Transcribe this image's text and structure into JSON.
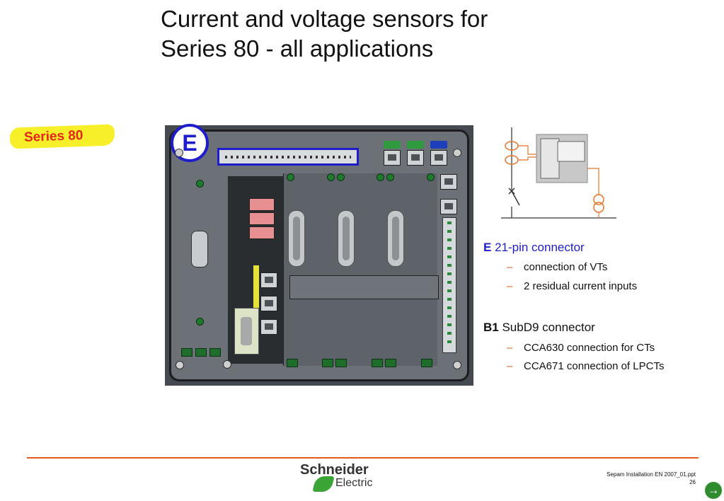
{
  "slide": {
    "title_line1": "Current and voltage sensors for",
    "title_line2": "Series 80 - all applications",
    "badge": "Series 80",
    "callout_letter": "E"
  },
  "descriptions": {
    "e": {
      "label": "E",
      "text": "21-pin connector",
      "items": [
        "connection of VTs",
        "2 residual current inputs"
      ]
    },
    "b1": {
      "label": "B1",
      "text": "SubD9 connector",
      "items": [
        "CCA630 connection for CTs",
        "CCA671 connection of LPCTs"
      ]
    },
    "dash": "–"
  },
  "footer": {
    "logo_top": "Schneider",
    "logo_bottom": "Electric",
    "ref_line1": "Sepam Installation EN 2007_01.ppt",
    "page_number": "26",
    "next_icon": "→"
  },
  "colors": {
    "accent_blue": "#1d1dcc",
    "accent_orange": "#e25a1c",
    "badge_yellow": "#f7ef2a",
    "badge_red": "#e2271b",
    "brand_green": "#3aa535"
  }
}
